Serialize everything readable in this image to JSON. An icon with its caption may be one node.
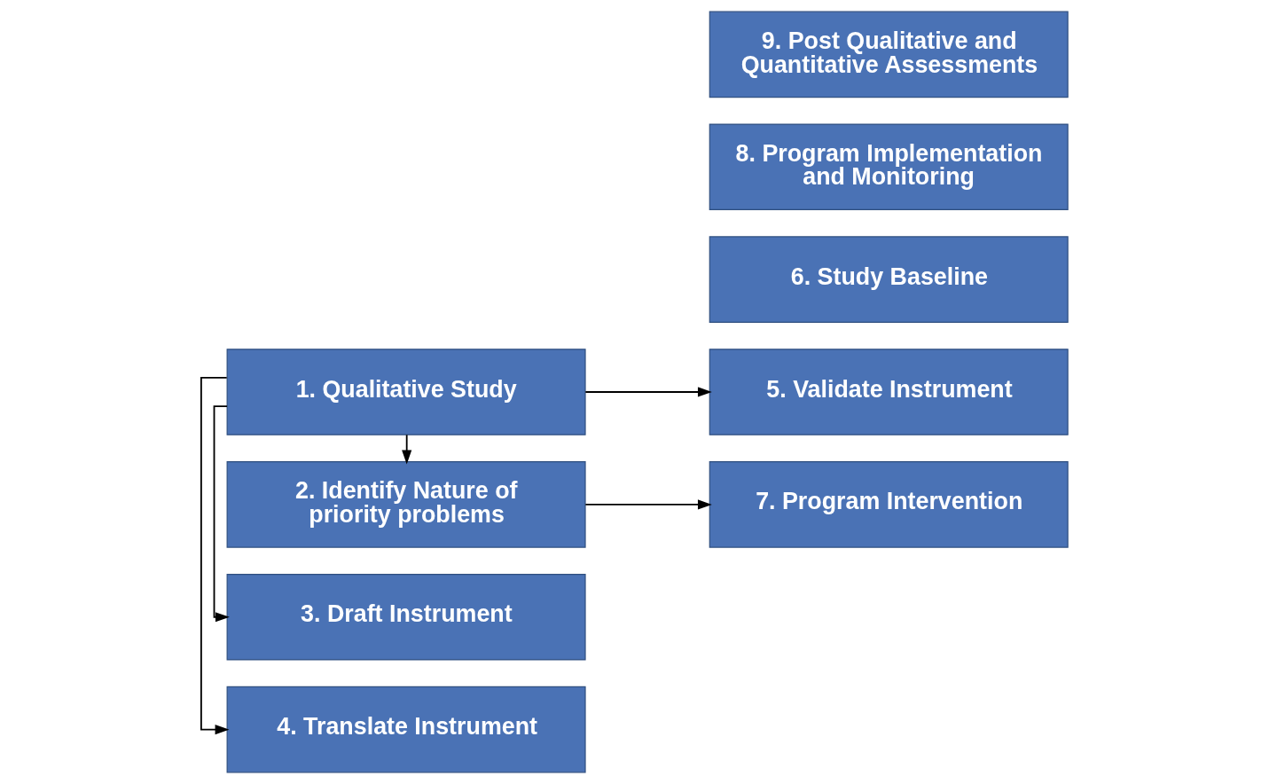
{
  "diagram": {
    "nodes": [
      {
        "text": [
          "1. Qualitative Study"
        ]
      },
      {
        "text": [
          "2. Identify Nature of priority problems"
        ]
      },
      {
        "text": [
          "3. Draft Instrument"
        ]
      },
      {
        "text": [
          "4. Translate Instrument"
        ]
      },
      {
        "text": [
          "5. Validate Instrument"
        ]
      },
      {
        "text": [
          "6. Study Baseline"
        ]
      },
      {
        "text": [
          "7. Program Intervention"
        ]
      },
      {
        "text": [
          "8. Program Implementation and Monitoring"
        ]
      },
      {
        "text": [
          "9. Post Qualitative and Quantitative Assessments"
        ]
      }
    ],
    "edges": [
      {
        "from": 0,
        "to": 4,
        "arrow": "to"
      },
      {
        "from": 0,
        "to": 1,
        "arrow": "to"
      },
      {
        "from": 1,
        "to": 6,
        "arrow": "to"
      },
      {
        "from": 0,
        "to": 2,
        "arrow": "to"
      },
      {
        "from": 0,
        "to": 3,
        "arrow": "to"
      }
    ]
  }
}
